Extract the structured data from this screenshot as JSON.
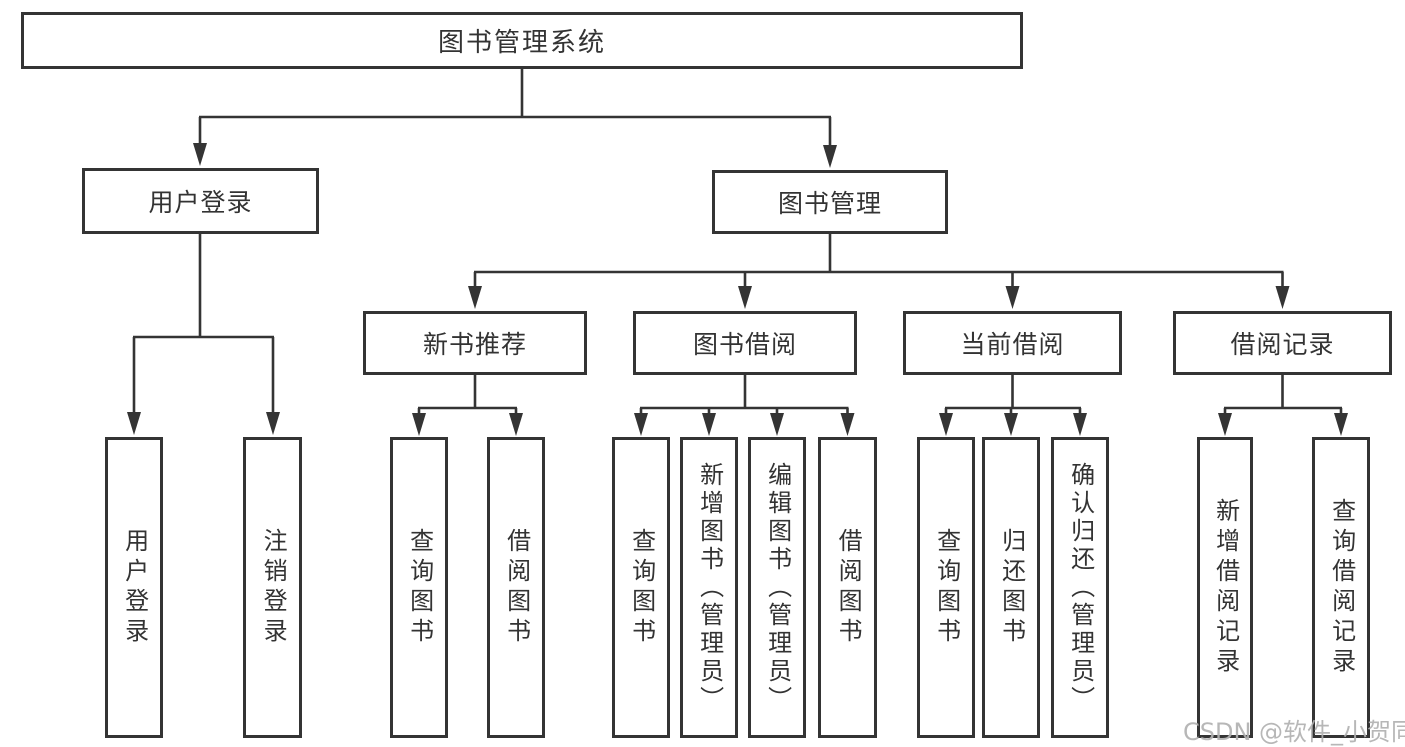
{
  "tree": {
    "label": "图书管理系统",
    "children": [
      {
        "label": "用户登录",
        "children": [
          {
            "label": "用户登录"
          },
          {
            "label": "注销登录"
          }
        ]
      },
      {
        "label": "图书管理",
        "children": [
          {
            "label": "新书推荐",
            "children": [
              {
                "label": "查询图书"
              },
              {
                "label": "借阅图书"
              }
            ]
          },
          {
            "label": "图书借阅",
            "children": [
              {
                "label": "查询图书"
              },
              {
                "label": "新增图书（管理员）"
              },
              {
                "label": "编辑图书（管理员）"
              },
              {
                "label": "借阅图书"
              }
            ]
          },
          {
            "label": "当前借阅",
            "children": [
              {
                "label": "查询图书"
              },
              {
                "label": "归还图书"
              },
              {
                "label": "确认归还（管理员）"
              }
            ]
          },
          {
            "label": "借阅记录",
            "children": [
              {
                "label": "新增借阅记录"
              },
              {
                "label": "查询借阅记录"
              }
            ]
          }
        ]
      }
    ]
  },
  "watermark": {
    "text": "CSDN @软件_小贺同学"
  },
  "colors": {
    "line": "#343434",
    "text": "#333333",
    "background": "#ffffff",
    "watermark": "#b1b1b1"
  }
}
